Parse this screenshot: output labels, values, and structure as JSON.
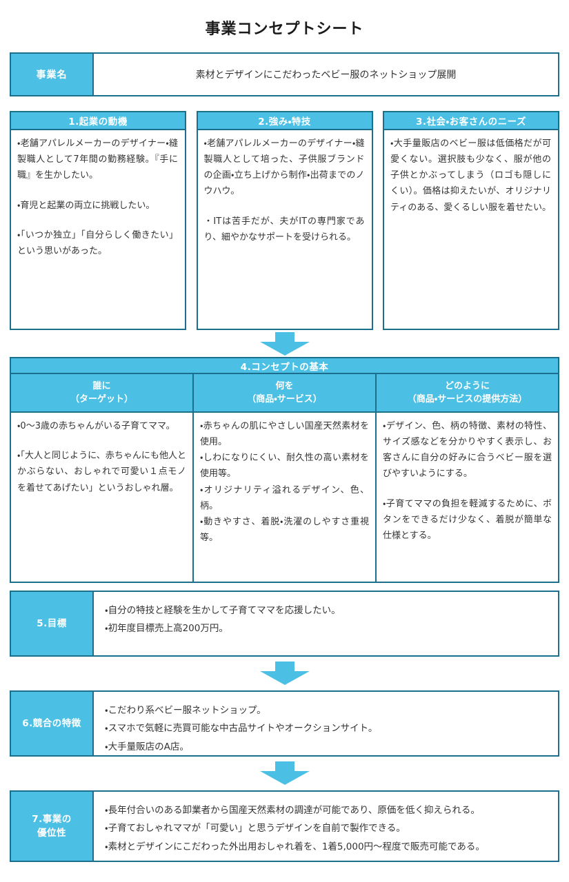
{
  "colors": {
    "accent_fill": "#4cc0e4",
    "border": "#1b6e8c",
    "text": "#333333",
    "title_text": "#1a1a1a",
    "header_text": "#ffffff"
  },
  "title": "事業コンセプトシート",
  "business_name": {
    "label": "事業名",
    "value": "素材とデザインにこだわったベビー服のネットショップ展開"
  },
  "top_boxes": [
    {
      "heading": "1.起業の動機",
      "paragraphs": [
        "・老舗アパレルメーカーのデザイナー・縫製職人として7年間の勤務経験。『手に職』を生かしたい。",
        "・育児と起業の両立に挑戦したい。",
        "・「いつか独立」「自分らしく働きたい」という思いがあった。"
      ]
    },
    {
      "heading": "2.強み・特技",
      "paragraphs": [
        "・老舗アパレルメーカーのデザイナー・縫製職人として培った、子供服ブランドの企画・立ち上げから制作・出荷までのノウハウ。",
        "・ITは苦手だが、夫がITの専門家であり、細やかなサポートを受けられる。"
      ]
    },
    {
      "heading": "3.社会・お客さんのニーズ",
      "paragraphs": [
        "・大手量販店のベビー服は低価格だが可愛くない。選択肢も少なく、服が他の子供とかぶってしまう（ロゴも隠しにくい）。価格は抑えたいが、オリジナリティのある、愛くるしい服を着せたい。"
      ]
    }
  ],
  "concept": {
    "heading": "4.コンセプトの基本",
    "columns": [
      {
        "title_main": "誰に",
        "title_sub": "（ターゲット）"
      },
      {
        "title_main": "何を",
        "title_sub": "（商品・サービス）"
      },
      {
        "title_main": "どのように",
        "title_sub": "（商品・サービスの提供方法）"
      }
    ],
    "cells": [
      {
        "paragraphs": [
          "・0〜3歳の赤ちゃんがいる子育てママ。",
          "・「大人と同じように、赤ちゃんにも他人とかぶらない、おしゃれで可愛い１点モノを着せてあげたい」というおしゃれ層。"
        ],
        "tight": false
      },
      {
        "paragraphs": [
          "・赤ちゃんの肌にやさしい国産天然素材を使用。",
          "・しわになりにくい、耐久性の高い素材を使用等。",
          "・オリジナリティ溢れるデザイン、色、柄。",
          "・動きやすさ、着脱・洗濯のしやすさ重視等。"
        ],
        "tight": true
      },
      {
        "paragraphs": [
          "・デザイン、色、柄の特徴、素材の特性、サイズ感などを分かりやすく表示し、お客さんに自分の好みに合うベビー服を選びやすいようにする。",
          "・子育てママの負担を軽減するために、ボタンをできるだけ少なく、着脱が簡単な仕様とする。"
        ],
        "tight": false
      }
    ]
  },
  "rows": [
    {
      "label": "5.目標",
      "items": [
        "・自分の特技と経験を生かして子育てママを応援したい。",
        "・初年度目標売上高200万円。"
      ]
    },
    {
      "label": "6.競合の特徴",
      "items": [
        "・こだわり系ベビー服ネットショップ。",
        "・スマホで気軽に売買可能な中古品サイトやオークションサイト。",
        "・大手量販店のA店。"
      ]
    },
    {
      "label": "7.事業の\n優位性",
      "label_line1": "7.事業の",
      "label_line2": "優位性",
      "items": [
        "・長年付合いのある卸業者から国産天然素材の調達が可能であり、原価を低く抑えられる。",
        "・子育ておしゃれママが「可愛い」と思うデザインを自前で製作できる。",
        "・素材とデザインにこだわった外出用おしゃれ着を、1着5,000円〜程度で販売可能である。"
      ]
    }
  ],
  "arrows": {
    "icon": "down-block-arrow-icon",
    "count": 3
  }
}
